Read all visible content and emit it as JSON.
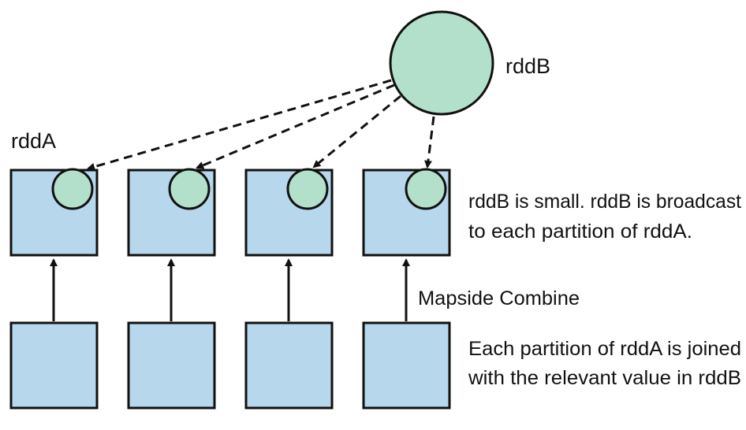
{
  "labels": {
    "rdd_b": "rddB",
    "rdd_a": "rddA",
    "broadcast_note_line1": "rddB is small. rddB is broadcast",
    "broadcast_note_line2": "to each partition of rddA.",
    "mapside_combine": "Mapside Combine",
    "join_note_line1": "Each partition of rddA is joined",
    "join_note_line2": "with the relevant value in rddB"
  },
  "colors": {
    "partition_fill": "#b7d7ec",
    "rdd_b_fill": "#b3e0cb",
    "stroke": "#111111"
  }
}
